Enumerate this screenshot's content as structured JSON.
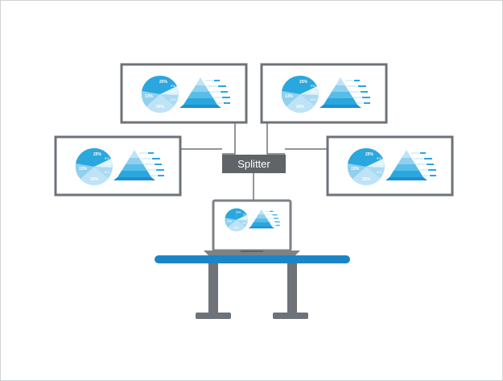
{
  "splitter": {
    "label": "Splitter"
  },
  "pie_labels": [
    "25%",
    "13%",
    "26%",
    "11%",
    "11%",
    "5%"
  ],
  "colors": {
    "frame": "#6d7378",
    "wire": "#6d7378",
    "splitter_bg": "#5f6469",
    "table_top": "#1a86c8",
    "table_legs": "#6d7378",
    "laptop": "#7d8287",
    "pie_dark": "#2aa7de",
    "pie_light": "#bfe3f6",
    "pie_mid": "#8fd0ef",
    "pyramid": [
      "#1e8fce",
      "#2aa7de",
      "#58bde8",
      "#8fd0ef",
      "#bfe3f6"
    ]
  },
  "icons": {
    "screen": "monitor-icon",
    "laptop": "laptop-icon",
    "splitter": "splitter-box-icon"
  }
}
